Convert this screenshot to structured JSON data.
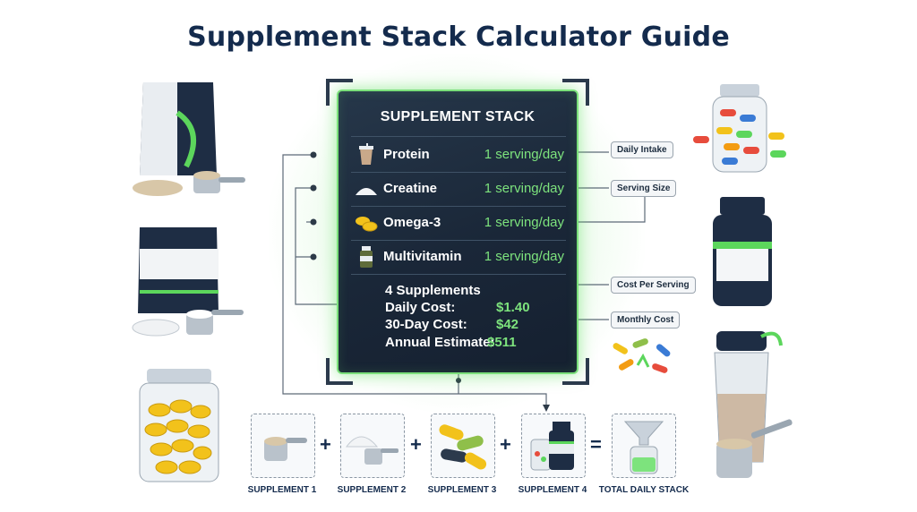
{
  "title": "Supplement Stack Calculator Guide",
  "panel": {
    "heading": "SUPPLEMENT STACK",
    "items": [
      {
        "name": "Protein",
        "dose": "1 serving/day",
        "icon": "protein-cup-icon"
      },
      {
        "name": "Creatine",
        "dose": "1 serving/day",
        "icon": "creatine-powder-icon"
      },
      {
        "name": "Omega-3",
        "dose": "1 serving/day",
        "icon": "omega-capsules-icon"
      },
      {
        "name": "Multivitamin",
        "dose": "1 serving/day",
        "icon": "vitamin-bottle-icon"
      }
    ],
    "summary": {
      "count": "4 Supplements",
      "daily_label": "Daily Cost:",
      "daily_value": "$1.40",
      "monthly_label": "30-Day Cost:",
      "monthly_value": "$42",
      "annual_label": "Annual Estimate:",
      "annual_value": "$511"
    }
  },
  "callouts": {
    "daily_intake": "Daily Intake",
    "serving_size": "Serving Size",
    "cost_per_serving": "Cost Per Serving",
    "monthly_cost": "Monthly Cost"
  },
  "stack_steps": {
    "s1": "SUPPLEMENT 1",
    "s2": "SUPPLEMENT 2",
    "s3": "SUPPLEMENT 3",
    "s4": "SUPPLEMENT 4",
    "total": "TOTAL DAILY STACK",
    "plus": "+",
    "equals": "="
  },
  "colors": {
    "accent_green": "#7de37d",
    "panel_dark": "#1a2738",
    "title_navy": "#142b4d"
  }
}
